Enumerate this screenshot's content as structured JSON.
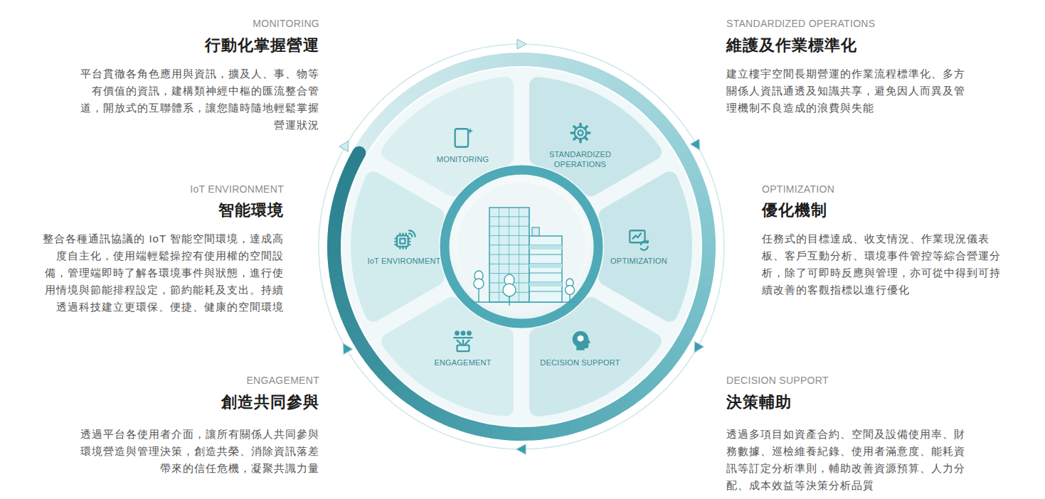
{
  "diagram": {
    "nodes": [
      {
        "text": [
          "MONITORING"
        ]
      },
      {
        "text": [
          "STANDARDIZED OPERATIONS"
        ]
      },
      {
        "text": [
          "OPTIMIZATION"
        ]
      },
      {
        "text": [
          "DECISION SUPPORT"
        ]
      },
      {
        "text": [
          "ENGAGEMENT"
        ]
      },
      {
        "text": [
          "IoT ENVIRONMENT"
        ]
      }
    ],
    "labels": [
      "MONITORING",
      "行動化掌握營運",
      "平台貫徹各角色應用與資訊，擴及人、事、物等有價值的資訊，建構類神經中樞的匯流整合管道，開放式的互聯體系，讓您隨時隨地輕鬆掌握營運狀況",
      "STANDARDIZED OPERATIONS",
      "維護及作業標準化",
      "建立樓宇空間長期營運的作業流程標準化、多方關係人資訊通透及知識共享，避免因人而異及管理機制不良造成的浪費與失能",
      "IoT ENVIRONMENT",
      "智能環境",
      "整合各種通訊協議的 IoT 智能空間環境，達成高度自主化，使用端輕鬆操控有使用權的空間設備，管理端即時了解各環境事件與狀態，進行使用情境與節能排程設定，節約能耗及支出。持續透過科技建立更環保、便捷、健康的空間環境",
      "OPTIMIZATION",
      "優化機制",
      "任務式的目標達成、收支情況、作業現況儀表板、客戶互動分析、環境事件管控等綜合營運分析，除了可即時反應與管理，亦可從中得到可持續改善的客觀指標以進行優化",
      "ENGAGEMENT",
      "創造共同參與",
      "透過平台各使用者介面，讓所有關係人共同參與環境營造與管理決策，創造共榮、消除資訊落差帶來的信任危機，凝聚共識力量",
      "DECISION SUPPORT",
      "決策輔助",
      "透過多項目如資產合約、空間及設備使用率、財務數據、巡檢維養紀錄、使用者滿意度、能耗資訊等訂定分析準則，輔助改善資源預算、人力分配、成本效益等決策分析品質"
    ]
  }
}
